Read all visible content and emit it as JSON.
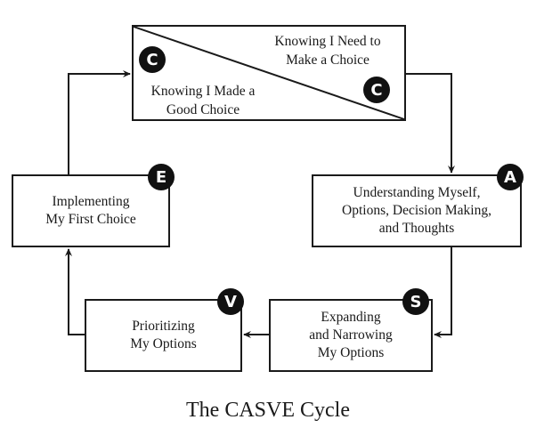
{
  "title": "The CASVE Cycle",
  "top_box": {
    "upper_text": "Knowing I Need to\nMake a Choice",
    "lower_text": "Knowing I Made a\nGood Choice",
    "badge_left": "C",
    "badge_right": "C"
  },
  "boxes": {
    "analysis": {
      "badge": "A",
      "text": "Understanding Myself,\nOptions, Decision Making,\nand Thoughts"
    },
    "synthesis": {
      "badge": "S",
      "text": "Expanding\nand Narrowing\nMy Options"
    },
    "valuing": {
      "badge": "V",
      "text": "Prioritizing\nMy Options"
    },
    "execution": {
      "badge": "E",
      "text": "Implementing\nMy First Choice"
    }
  },
  "colors": {
    "line": "#1a1a1a",
    "badge_bg": "#111111",
    "badge_fg": "#ffffff"
  }
}
